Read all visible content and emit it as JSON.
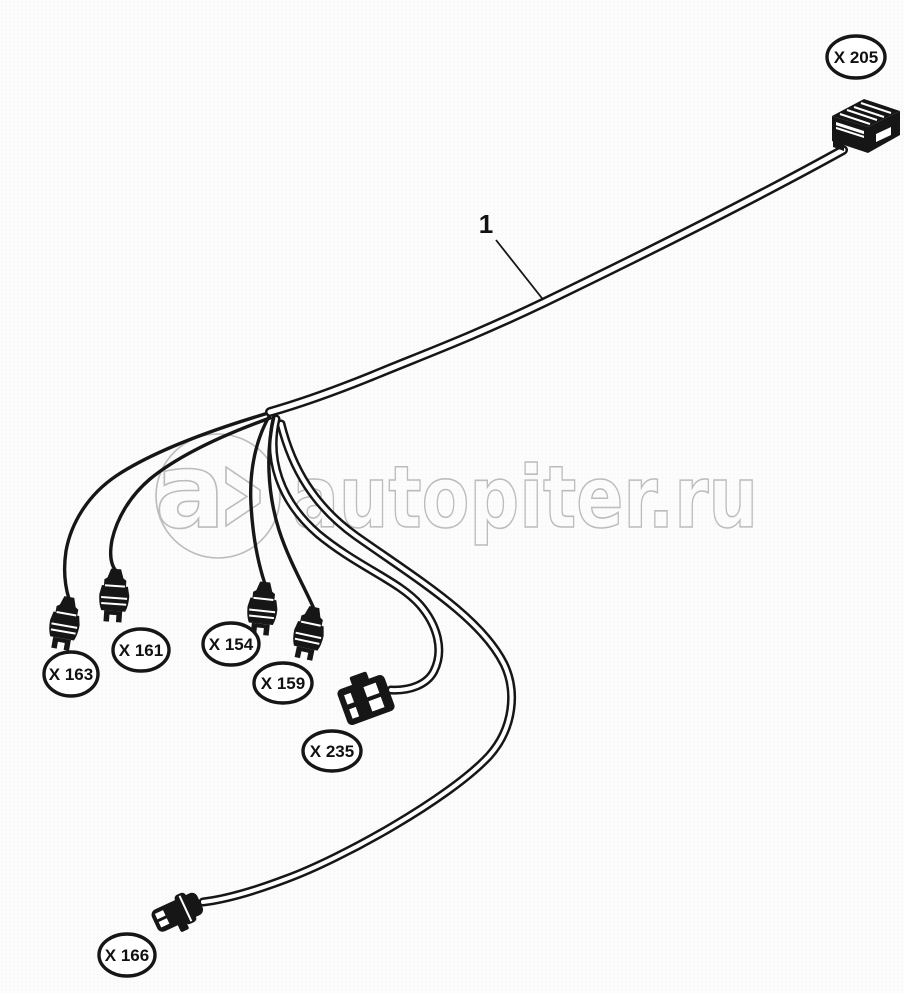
{
  "page": {
    "background": "#fcfcfc",
    "line_color": "#161616",
    "watermark_color": "#bcbcbc"
  },
  "diagram": {
    "callout": {
      "number": "1"
    },
    "labels": {
      "x205": "X 205",
      "x163": "X 163",
      "x161": "X 161",
      "x154": "X 154",
      "x159": "X 159",
      "x235": "X 235",
      "x166": "X 166"
    }
  },
  "watermark": {
    "logo_letter": "a",
    "site_text": "autopiter.ru"
  }
}
